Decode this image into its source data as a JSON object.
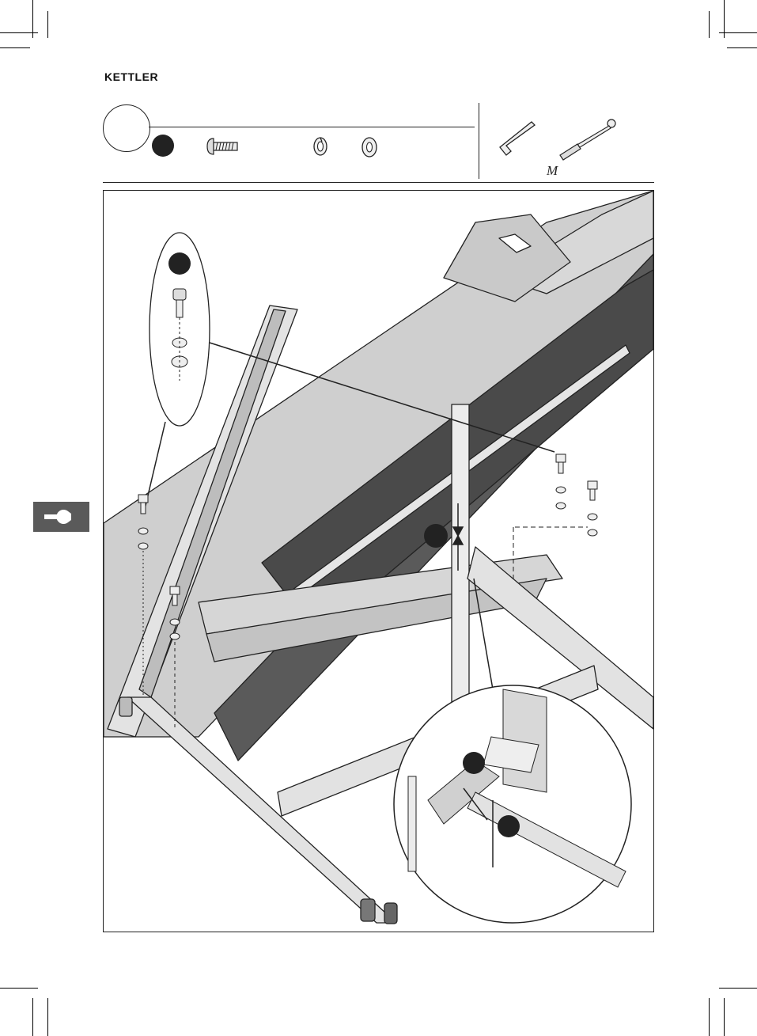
{
  "brand": {
    "name": "KETTLER"
  },
  "header": {
    "step_number": "",
    "parts": [
      {
        "icon": "bolt-icon"
      },
      {
        "icon": "lock-washer-icon"
      },
      {
        "icon": "flat-washer-icon"
      }
    ],
    "tools": [
      {
        "icon": "allen-key-icon"
      },
      {
        "icon": "screwdriver-icon"
      }
    ],
    "tool_symbol": "M⃗"
  },
  "illustration": {
    "subject": "treadmill-frame-assembly-underside"
  },
  "side_tab": {
    "icon": "wrench-icon"
  }
}
